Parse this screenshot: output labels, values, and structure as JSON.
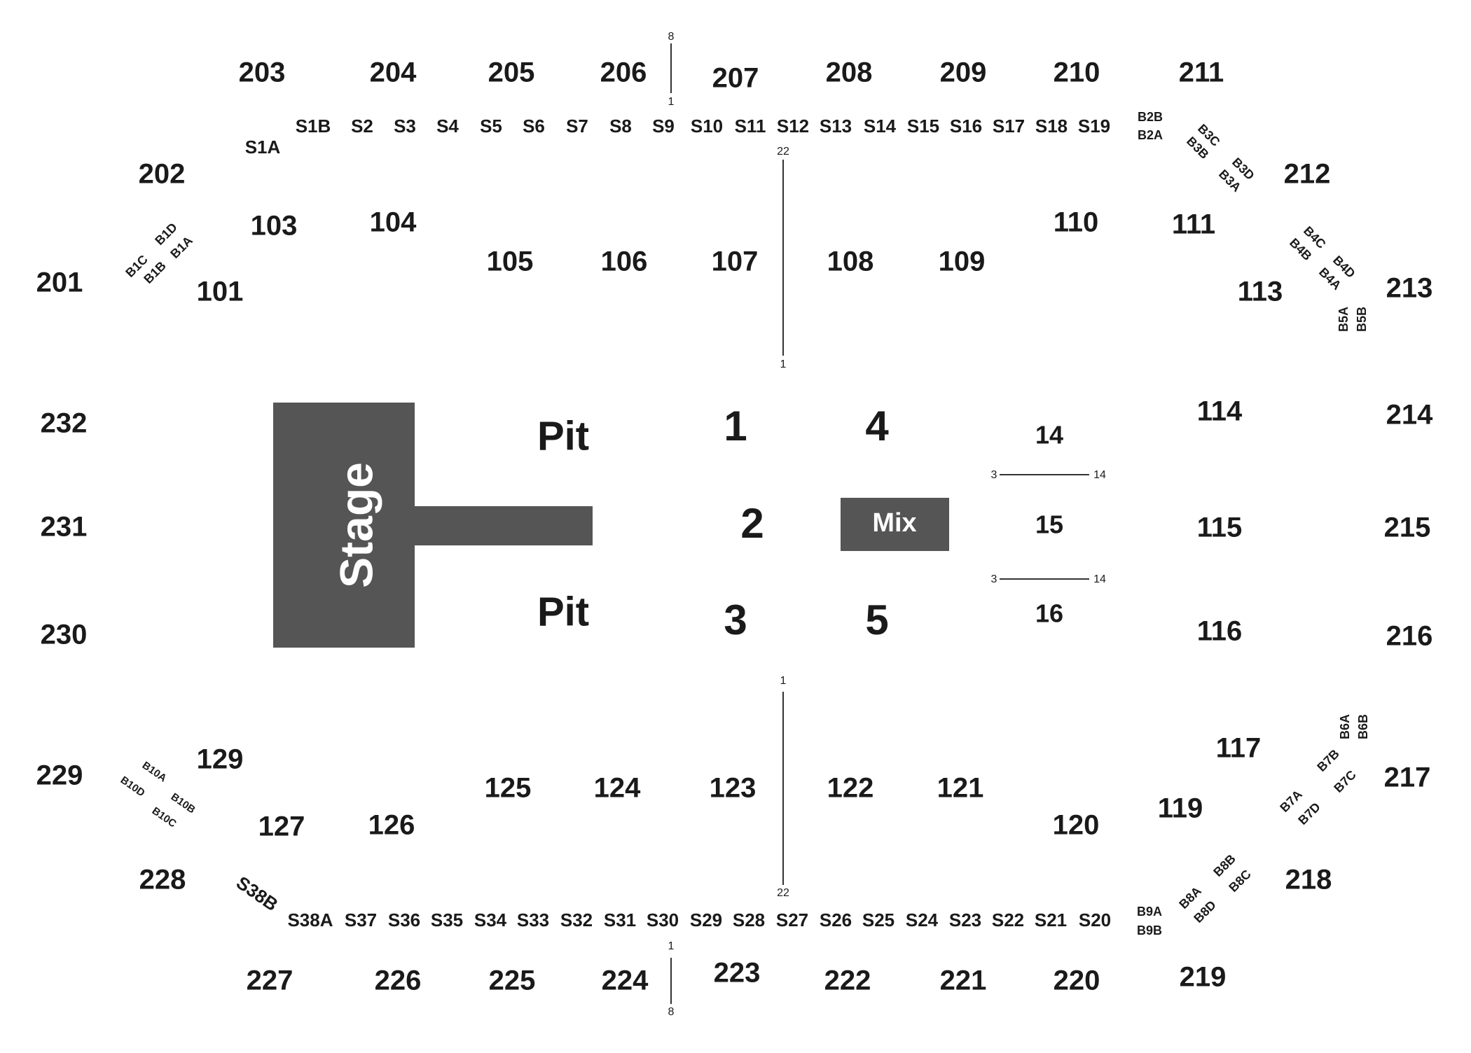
{
  "stage": {
    "label": "Stage"
  },
  "mix": {
    "label": "Mix"
  },
  "pit": {
    "top": "Pit",
    "bottom": "Pit"
  },
  "floor": {
    "f1": "1",
    "f2": "2",
    "f3": "3",
    "f4": "4",
    "f5": "5",
    "f14": "14",
    "f15": "15",
    "f16": "16"
  },
  "row_markers": {
    "top_left_top": "8",
    "top_left_bottom": "1",
    "top_center_top": "22",
    "top_center_bottom": "1",
    "bottom_center_top": "1",
    "bottom_center_bottom": "22",
    "bottom_left_top": "1",
    "bottom_left_bottom": "8",
    "row14_left": "3",
    "row14_right": "14",
    "row15_left": "3",
    "row15_right": "14"
  },
  "sections_200": [
    "201",
    "202",
    "203",
    "204",
    "205",
    "206",
    "207",
    "208",
    "209",
    "210",
    "211",
    "212",
    "213",
    "214",
    "215",
    "216",
    "217",
    "218",
    "219",
    "220",
    "221",
    "222",
    "223",
    "224",
    "225",
    "226",
    "227",
    "228",
    "229",
    "230",
    "231",
    "232"
  ],
  "sections_100": [
    "101",
    "103",
    "104",
    "105",
    "106",
    "107",
    "108",
    "109",
    "110",
    "111",
    "113",
    "114",
    "115",
    "116",
    "117",
    "119",
    "120",
    "121",
    "122",
    "123",
    "124",
    "125",
    "126",
    "127",
    "129"
  ],
  "suites_top": [
    "S1A",
    "S1B",
    "S2",
    "S3",
    "S4",
    "S5",
    "S6",
    "S7",
    "S8",
    "S9",
    "S10",
    "S11",
    "S12",
    "S13",
    "S14",
    "S15",
    "S16",
    "S17",
    "S18",
    "S19"
  ],
  "suites_bottom": [
    "S38B",
    "S38A",
    "S37",
    "S36",
    "S35",
    "S34",
    "S33",
    "S32",
    "S31",
    "S30",
    "S29",
    "S28",
    "S27",
    "S26",
    "S25",
    "S24",
    "S23",
    "S22",
    "S21",
    "S20"
  ],
  "boxes": [
    "B1A",
    "B1B",
    "B1C",
    "B1D",
    "B2A",
    "B2B",
    "B3A",
    "B3B",
    "B3C",
    "B3D",
    "B4A",
    "B4B",
    "B4C",
    "B4D",
    "B5A",
    "B5B",
    "B6A",
    "B6B",
    "B7A",
    "B7B",
    "B7C",
    "B7D",
    "B8A",
    "B8B",
    "B8C",
    "B8D",
    "B9A",
    "B9B",
    "B10A",
    "B10B",
    "B10C",
    "B10D"
  ]
}
